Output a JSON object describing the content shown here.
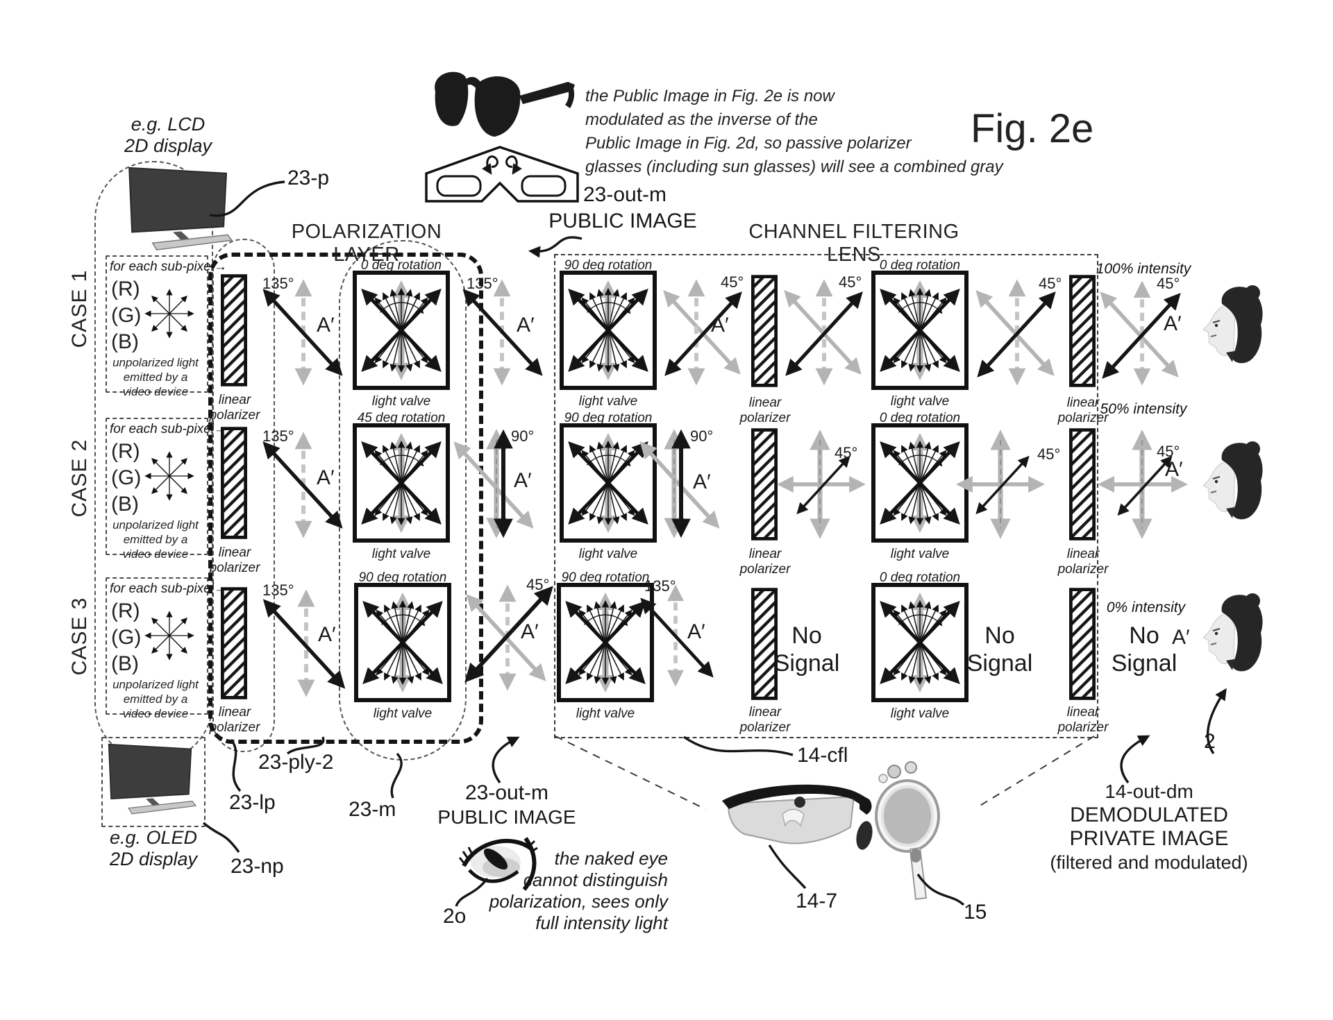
{
  "figure": {
    "title": "Fig. 2e"
  },
  "top": {
    "annotation": [
      "the Public Image in Fig. 2e is now",
      "modulated as the inverse of the",
      "Public Image in Fig. 2d, so passive polarizer",
      "glasses (including sun glasses) will see a combined gray"
    ],
    "ref": "23-out-m",
    "ref_title": "PUBLIC IMAGE"
  },
  "headers": {
    "polarization_layer": "POLARIZATION LAYER",
    "channel_filtering_lens": "CHANNEL FILTERING LENS"
  },
  "displays": {
    "lcd1": "e.g. LCD",
    "lcd2": "2D display",
    "oled1": "e.g. OLED",
    "oled2": "2D display"
  },
  "cases": [
    {
      "name": "CASE 1",
      "subpixel": "for each sub-pixel→",
      "r": "(R)",
      "g": "(G)",
      "b": "(B)",
      "note1": "unpolarized light",
      "note2": "emitted by a",
      "note3": "video device"
    },
    {
      "name": "CASE 2",
      "subpixel": "for each sub-pixel→",
      "r": "(R)",
      "g": "(G)",
      "b": "(B)",
      "note1": "unpolarized light",
      "note2": "emitted by a",
      "note3": "video device"
    },
    {
      "name": "CASE 3",
      "subpixel": "for each sub-pixel→",
      "r": "(R)",
      "g": "(G)",
      "b": "(B)",
      "note1": "unpolarized light",
      "note2": "emitted by a",
      "note3": "video device"
    }
  ],
  "shared": {
    "linear1": "linear",
    "linear2": "polarizer",
    "light_valve": "light valve",
    "no1": "No",
    "no2": "Signal",
    "aprime": "A′"
  },
  "rows": [
    {
      "c_angle": "135°",
      "valve1_top": "0 deg rotation",
      "e_angle": "135°",
      "cfl1_top": "90 deg rotation",
      "g_angle": "45°",
      "i_angle": "45°",
      "cfl2_top": "0 deg rotation",
      "k_angle": "45°",
      "intensity": "100% intensity",
      "m_angle": "45°"
    },
    {
      "c_angle": "135°",
      "valve1_top": "45 deg rotation",
      "e_angle": "90°",
      "cfl1_top": "90 deg rotation",
      "g_angle": "90°",
      "i_angle": "45°",
      "cfl2_top": "0 deg rotation",
      "k_angle": "45°",
      "intensity": "50% intensity",
      "m_angle": "45°"
    },
    {
      "c_angle": "135°",
      "valve1_top": "90 deg rotation",
      "e_angle": "45°",
      "cfl1_top": "90 deg rotation",
      "g_angle": "135°",
      "cfl2_top": "0 deg rotation",
      "intensity": "0% intensity"
    }
  ],
  "refs": {
    "p": "23-p",
    "ply2": "23-ply-2",
    "lp": "23-lp",
    "m": "23-m",
    "np": "23-np",
    "out_m": "23-out-m",
    "out_m_title": "PUBLIC IMAGE",
    "cfl": "14-cfl",
    "glasses": "14-7",
    "lens": "15",
    "eye": "2o",
    "viewer": "2",
    "out_dm": "14-out-dm",
    "out_dm_l2": "DEMODULATED",
    "out_dm_l3": "PRIVATE IMAGE",
    "out_dm_l4": "(filtered and modulated)"
  },
  "bottom_annotation": [
    "the naked eye",
    "cannot distinguish",
    "polarization, sees only",
    "full intensity light"
  ]
}
